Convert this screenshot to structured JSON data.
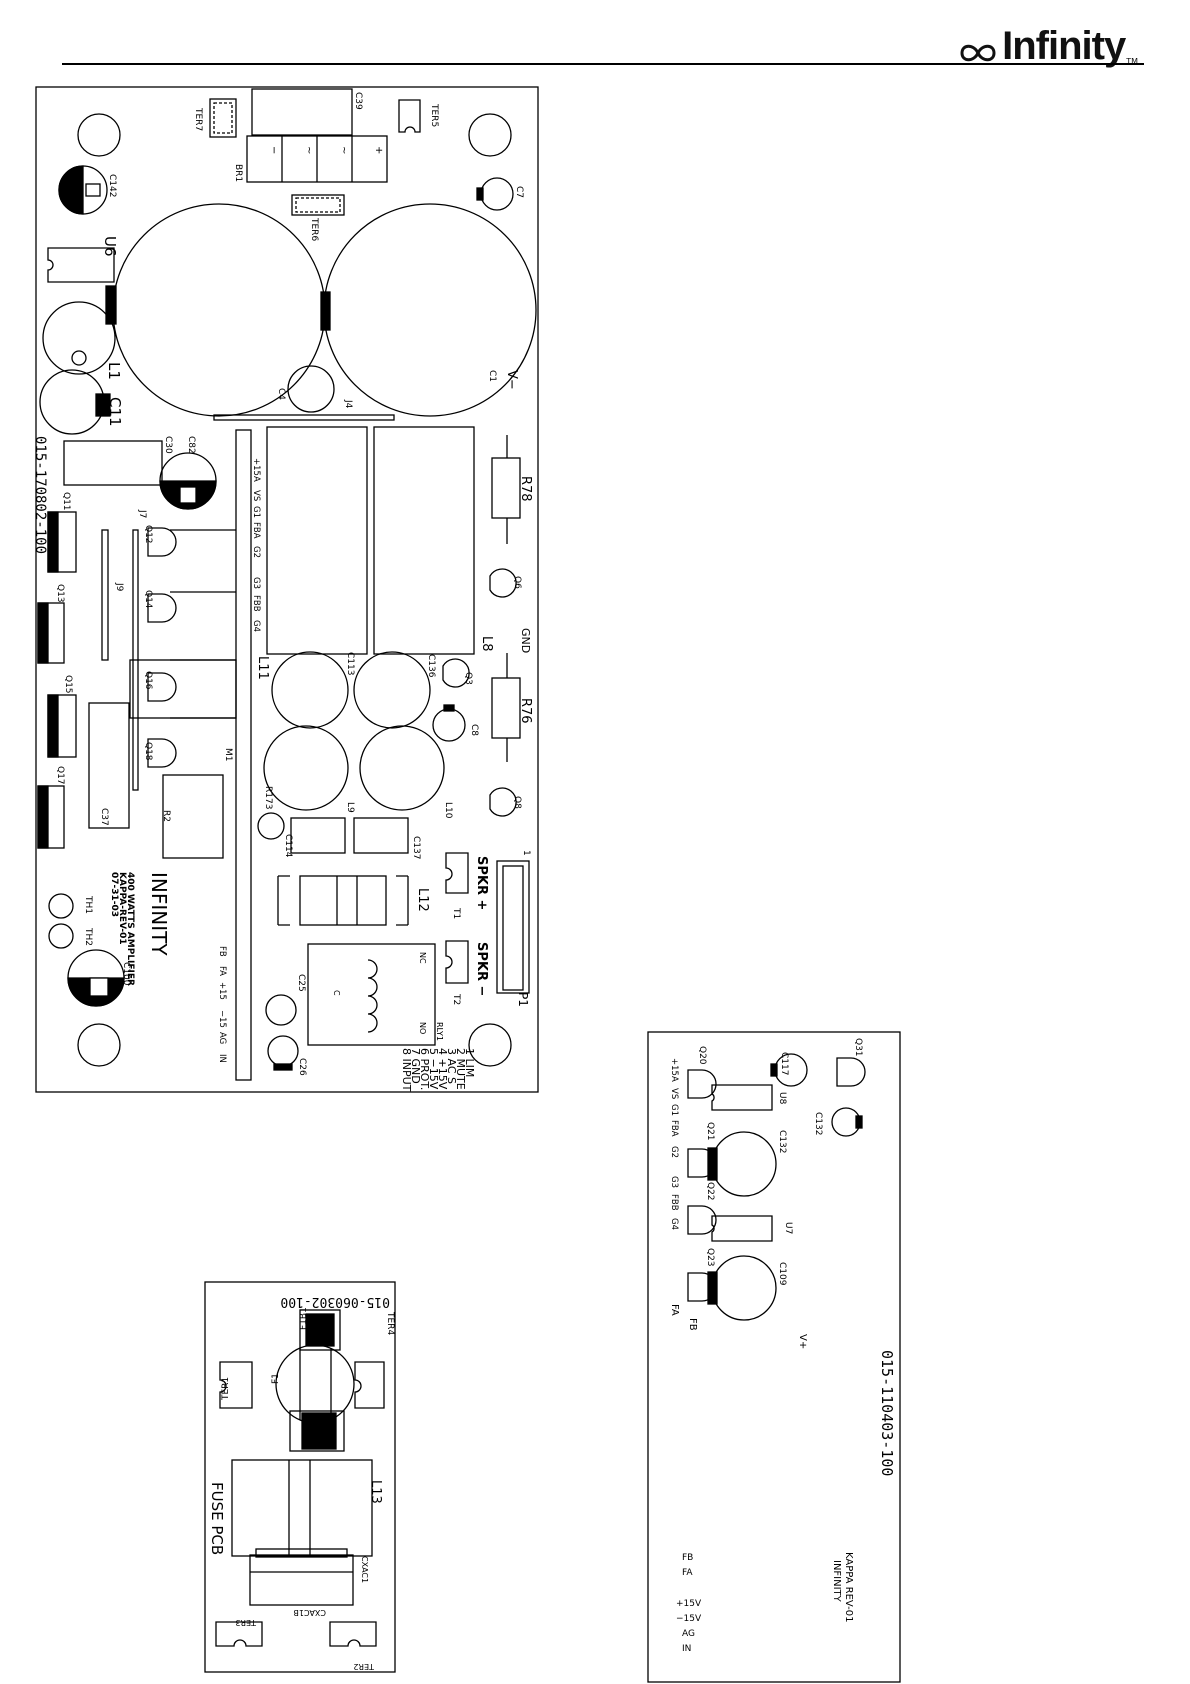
{
  "brand": {
    "name": "Infinity",
    "tm": "TM"
  },
  "main_board": {
    "part_number": "015-170802-100",
    "caption": [
      "INFINITY",
      "400 WATTS AMPLIFIER",
      "KAPPA-REV-01",
      "07-31-03"
    ],
    "designators": {
      "ter7": "TER7",
      "c39": "C39",
      "ter5": "TER5",
      "br1": "BR1",
      "c142": "C142",
      "c7": "C7",
      "ter6": "TER6",
      "u6": "U6",
      "l1": "L1",
      "c11": "C11",
      "c4": "C4",
      "j4": "J4",
      "c1": "C1",
      "vminus": "V−",
      "c30": "C30",
      "c82": "C82",
      "r78": "R78",
      "q11": "Q11",
      "j7": "J7",
      "q12": "Q12",
      "q6": "Q6",
      "j9": "J9",
      "q13": "Q13",
      "q14": "Q14",
      "gnd": "GND",
      "l8": "L8",
      "l11": "L11",
      "c113": "C113",
      "c136": "C136",
      "q3": "Q3",
      "q15": "Q15",
      "q16": "Q16",
      "r76": "R76",
      "c8": "C8",
      "m1": "M1",
      "q18": "Q18",
      "q17": "Q17",
      "c37": "C37",
      "r2": "R2",
      "r173": "R173",
      "l9": "L9",
      "l10": "L10",
      "q8": "Q8",
      "c114": "C114",
      "c137": "C137",
      "spkr_plus": "SPKR +",
      "spkr_minus": "SPKR −",
      "t1": "T1",
      "t2": "T2",
      "l12": "L12",
      "th1": "TH1",
      "th2": "TH2",
      "c100": "C100",
      "nc": "NC",
      "no": "NO",
      "c_coil": "C",
      "rly1": "RLY1",
      "c25": "C25",
      "c26": "C26",
      "p1": "P1",
      "pin1": "1"
    },
    "br_pins": [
      "−",
      "~",
      "~",
      "+"
    ],
    "header_top": [
      "+15A",
      "VS",
      "G1",
      "FBA",
      "G2",
      "G3",
      "FBB",
      "G4"
    ],
    "header_bottom": [
      "FB",
      "FA",
      "+15",
      "−15",
      "AG",
      "IN"
    ],
    "pin_list": [
      "1 LIM",
      "2 MUTE",
      "3 AC S",
      "4 +15V",
      "5 −15V",
      "6 PROT.",
      "7 GND",
      "8 INPUT"
    ]
  },
  "fuse_board": {
    "part_number": "015-060302-100",
    "title": "FUSE PCB",
    "designators": {
      "f1b1": "F1B1",
      "ter4": "TER4",
      "f1": "F1",
      "ter1": "TER1",
      "l13": "L13",
      "cxac1": "CXAC1",
      "cxac1b": "CXAC1B",
      "ter3": "TER3",
      "ter2": "TER2"
    }
  },
  "small_board": {
    "part_number": "015-110403-100",
    "caption": [
      "KAPPA REV-01",
      "INFINITY"
    ],
    "designators": {
      "q20": "Q20",
      "c117": "C117",
      "q31": "Q31",
      "u8": "U8",
      "c132_top": "C132",
      "q21": "Q21",
      "c132": "C132",
      "q22": "Q22",
      "u7": "U7",
      "q23": "Q23",
      "c109": "C109",
      "fb": "FB",
      "fa": "FA",
      "vplus": "V+"
    },
    "header": [
      "+15A",
      "VS",
      "G1",
      "FBA",
      "G2",
      "G3",
      "FBB",
      "G4"
    ],
    "bottom_labels": [
      "FB",
      "FA",
      "+15V",
      "−15V",
      "AG",
      "IN"
    ]
  }
}
